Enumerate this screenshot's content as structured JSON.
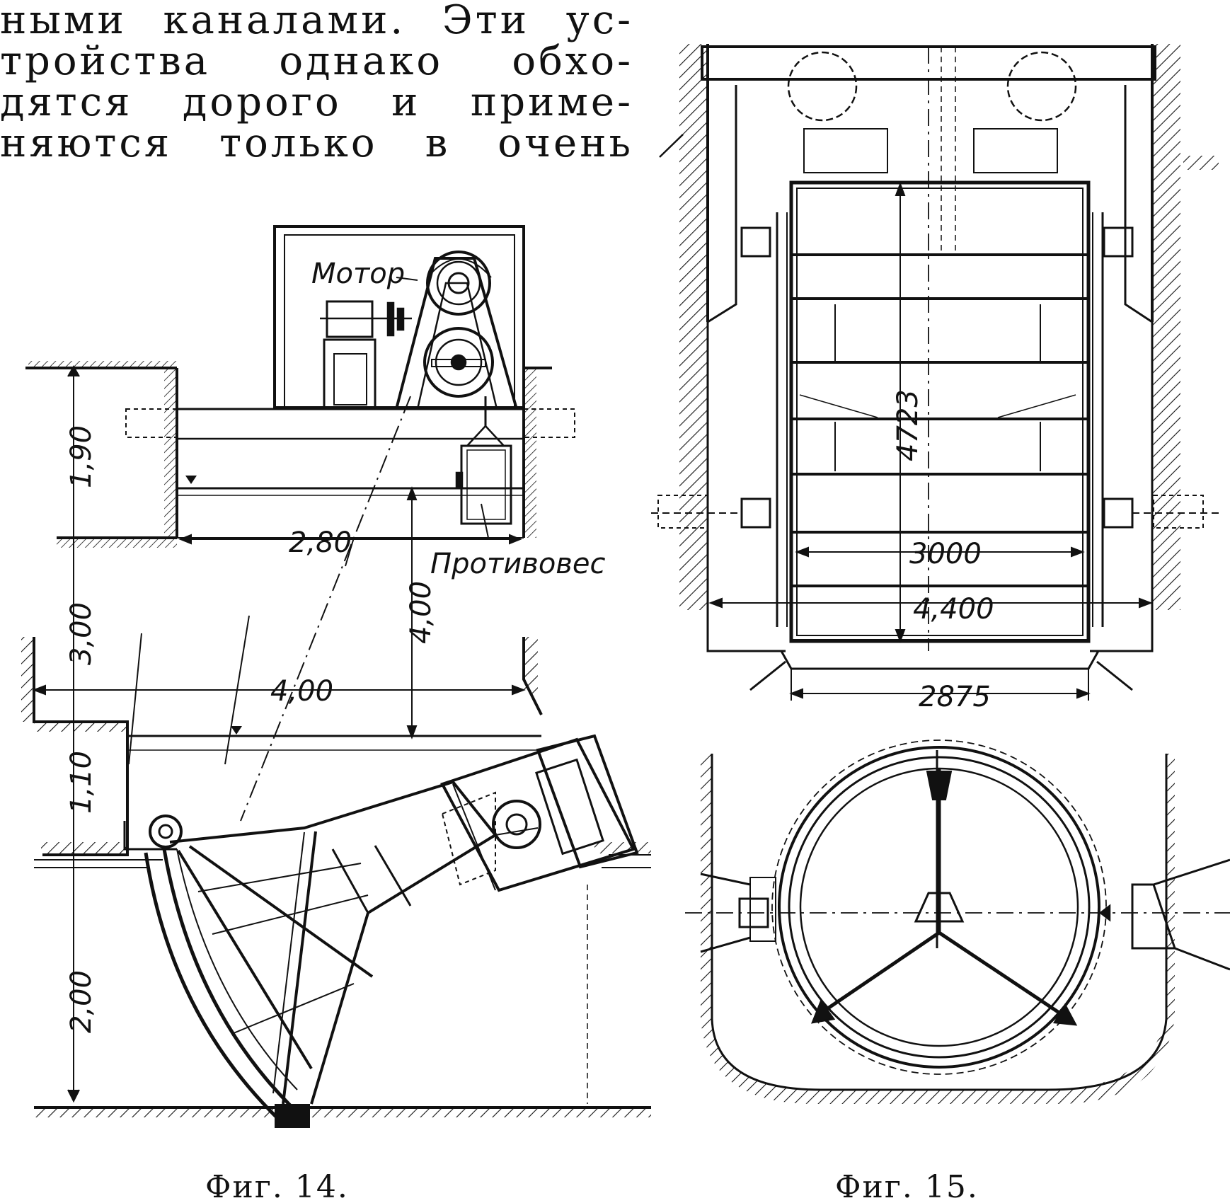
{
  "body_text": {
    "lines": [
      "ными каналами. Эти ус-",
      "тройства однако обхо-",
      "дятся дорого и приме-",
      "няются только в очень"
    ]
  },
  "fig14": {
    "caption": "Фиг. 14.",
    "labels": {
      "motor": "Мотор",
      "counterweight": "Противовес"
    },
    "dimensions": {
      "d190": "1,90",
      "d280": "2,80",
      "d300": "3,00",
      "d400v": "4,00",
      "d400h": "4,00",
      "d110": "1,10",
      "d200": "2,00"
    }
  },
  "fig15": {
    "caption": "Фиг. 15.",
    "dimensions": {
      "d4723": "4723",
      "d3000": "3000",
      "d4400": "4,400",
      "d2875": "2875"
    }
  }
}
